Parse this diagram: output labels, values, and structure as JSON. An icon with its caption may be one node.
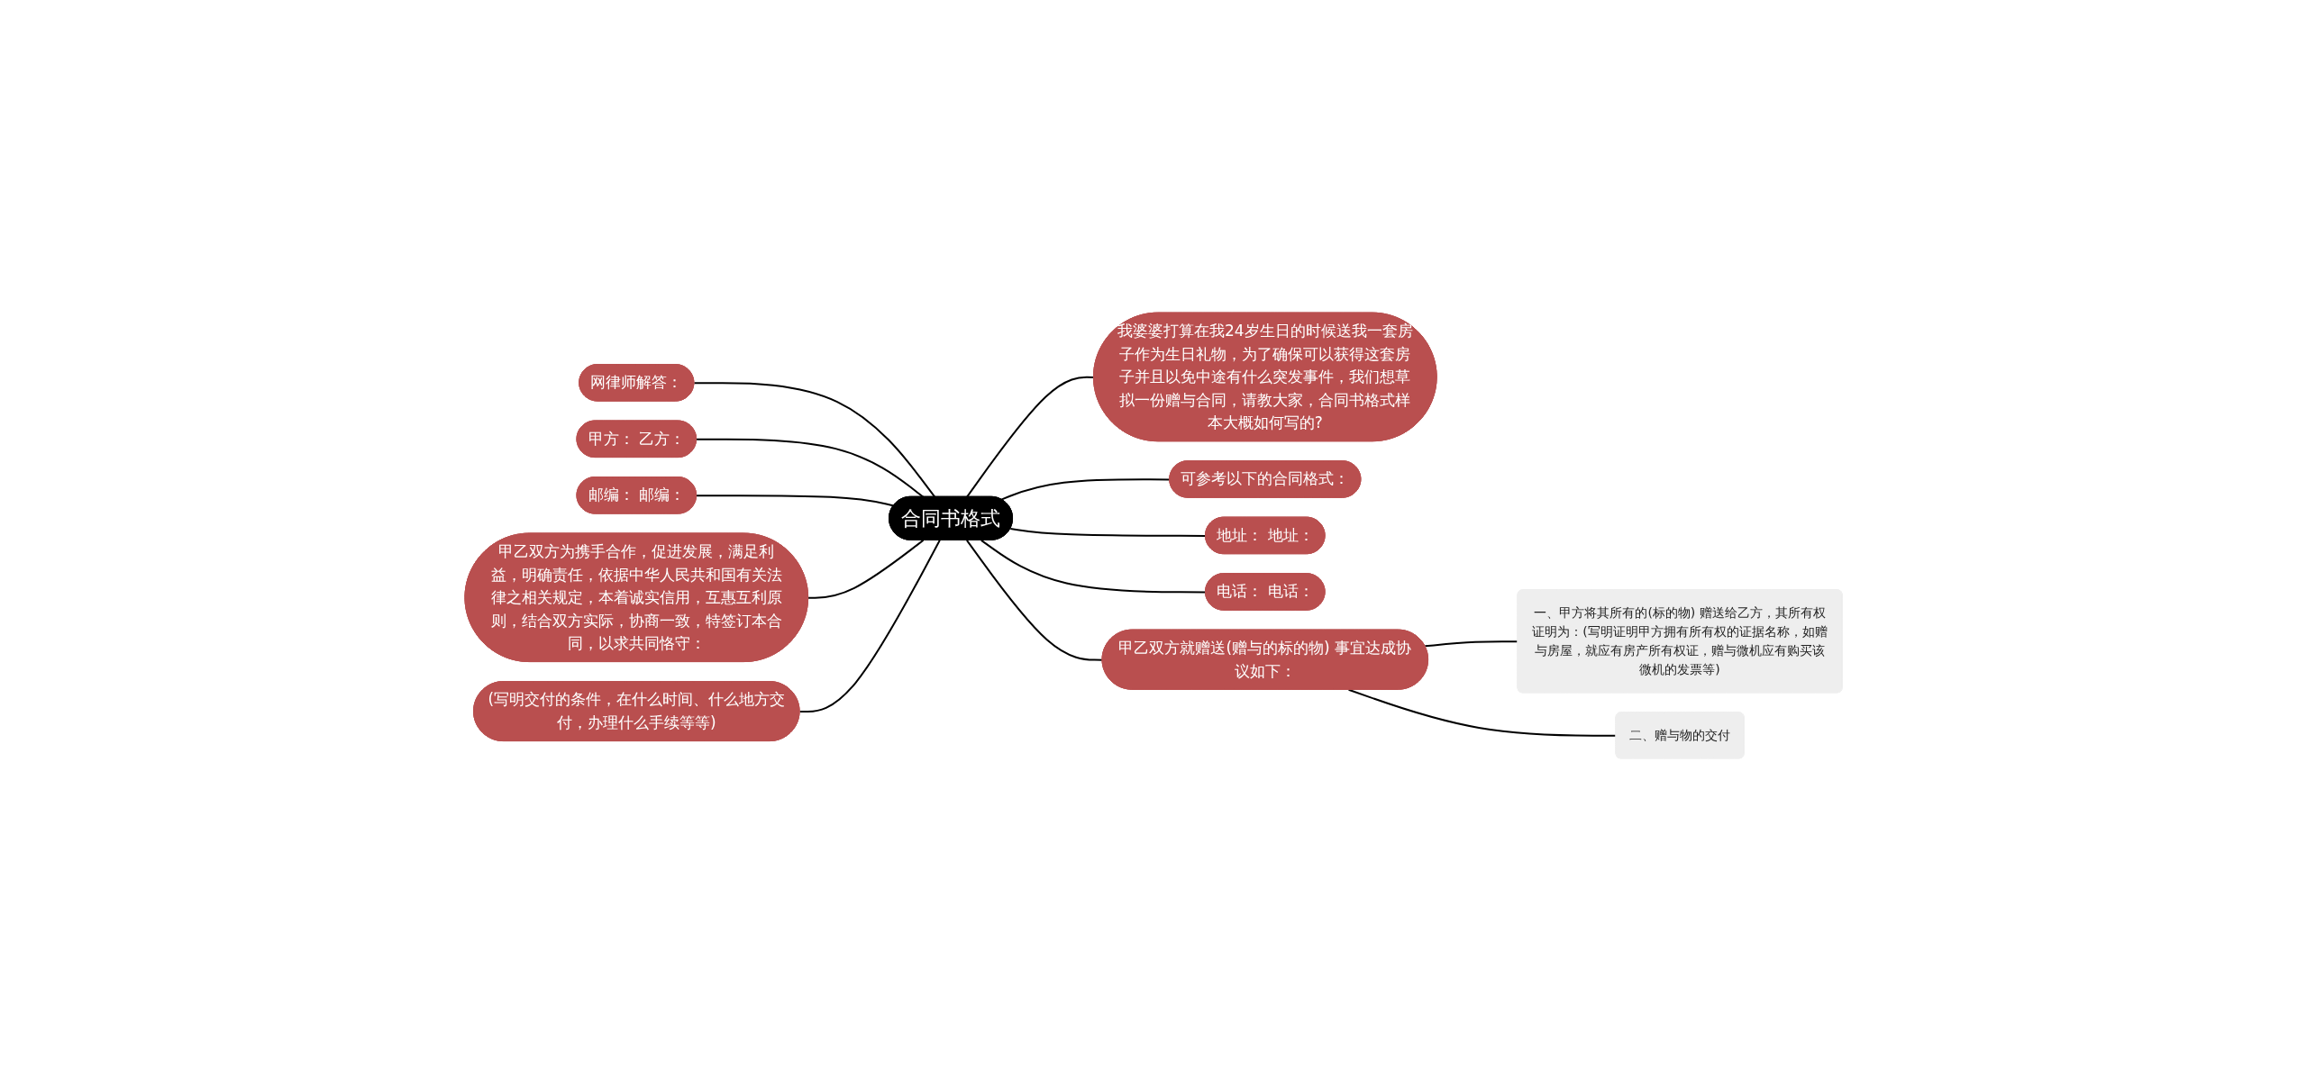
{
  "diagram": {
    "nodes": [
      {
        "text": [
          "合同书格式"
        ]
      },
      {
        "text": [
          "网律师解答："
        ]
      },
      {
        "text": [
          "甲方： 乙方："
        ]
      },
      {
        "text": [
          "邮编： 邮编："
        ]
      },
      {
        "text": [
          "甲乙双方为携手合作，促进发展，满足利益，明确责任，依据中华人民共和国有关法律之相关规定，本着诚实信用，互惠互利原则，结合双方实际，协商一致，特签订本合同，以求共同恪守："
        ]
      },
      {
        "text": [
          "(写明交付的条件，在什么时间、什么地方交付，办理什么手续等等)"
        ]
      },
      {
        "text": [
          "我婆婆打算在我24岁生日的时候送我一套房子作为生日礼物，为了确保可以获得这套房子并且以免中途有什么突发事件，我们想草拟一份赠与合同，请教大家，合同书格式样本大概如何写的?"
        ]
      },
      {
        "text": [
          "可参考以下的合同格式："
        ]
      },
      {
        "text": [
          "地址： 地址："
        ]
      },
      {
        "text": [
          "电话： 电话："
        ]
      },
      {
        "text": [
          "甲乙双方就赠送(赠与的标的物) 事宜达成协议如下："
        ]
      },
      {
        "text": [
          "一、甲方将其所有的(标的物) 赠送给乙方，其所有权证明为：(写明证明甲方拥有所有权的证据名称，如赠与房屋，就应有房产所有权证，赠与微机应有购买该微机的发票等)"
        ]
      },
      {
        "text": [
          "二、赠与物的交付"
        ]
      }
    ],
    "edges": [
      {
        "from": 0,
        "to": 1,
        "arrow": "none"
      },
      {
        "from": 0,
        "to": 2,
        "arrow": "none"
      },
      {
        "from": 0,
        "to": 3,
        "arrow": "none"
      },
      {
        "from": 0,
        "to": 4,
        "arrow": "none"
      },
      {
        "from": 0,
        "to": 5,
        "arrow": "none"
      },
      {
        "from": 0,
        "to": 6,
        "arrow": "none"
      },
      {
        "from": 0,
        "to": 7,
        "arrow": "none"
      },
      {
        "from": 0,
        "to": 8,
        "arrow": "none"
      },
      {
        "from": 0,
        "to": 9,
        "arrow": "none"
      },
      {
        "from": 0,
        "to": 10,
        "arrow": "none"
      },
      {
        "from": 10,
        "to": 11,
        "arrow": "none"
      },
      {
        "from": 10,
        "to": 12,
        "arrow": "none"
      }
    ]
  }
}
